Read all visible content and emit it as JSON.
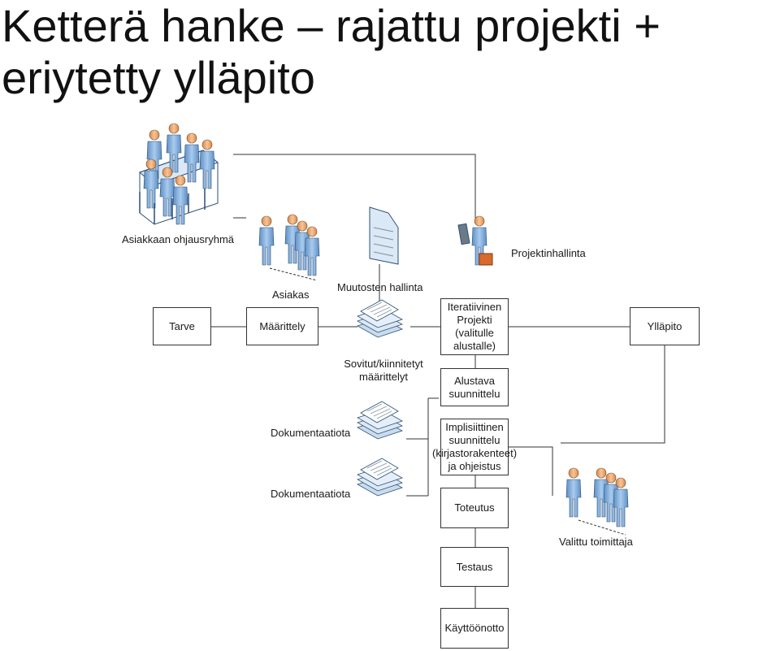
{
  "title": {
    "line1": "Ketterä hanke – rajattu projekti +",
    "line2": "eriytetty ylläpito"
  },
  "labels": {
    "steering_group": "Asiakkaan ohjausryhmä",
    "project_management": "Projektinhallinta",
    "customer": "Asiakas",
    "change_management": "Muutosten hallinta",
    "fitted_specs_1": "Sovitut/kiinnitetyt",
    "fitted_specs_2": "määrittelyt",
    "documentation_1": "Dokumentaatiota",
    "documentation_2": "Dokumentaatiota",
    "vendor": "Valittu toimittaja"
  },
  "boxes": {
    "need": "Tarve",
    "definition": "Määrittely",
    "iterative_1": "Iteratiivinen",
    "iterative_2": "Projekti",
    "iterative_3": "(valitulle",
    "iterative_4": "alustalle)",
    "maintenance": "Ylläpito",
    "platform_1": "Alustava",
    "platform_2": "suunnittelu",
    "implicit_1": "Implisiittinen",
    "implicit_2": "suunnittelu",
    "implicit_3": "(kirjastorakenteet)",
    "implicit_4": "ja ohjeistus",
    "implementation": "Toteutus",
    "testing": "Testaus",
    "deployment": "Käyttöönotto"
  },
  "colors": {
    "figure_body": "#8cb4dc",
    "figure_head": "#f0b080",
    "doc_fill": "#dbe8f5",
    "line": "#333333"
  }
}
